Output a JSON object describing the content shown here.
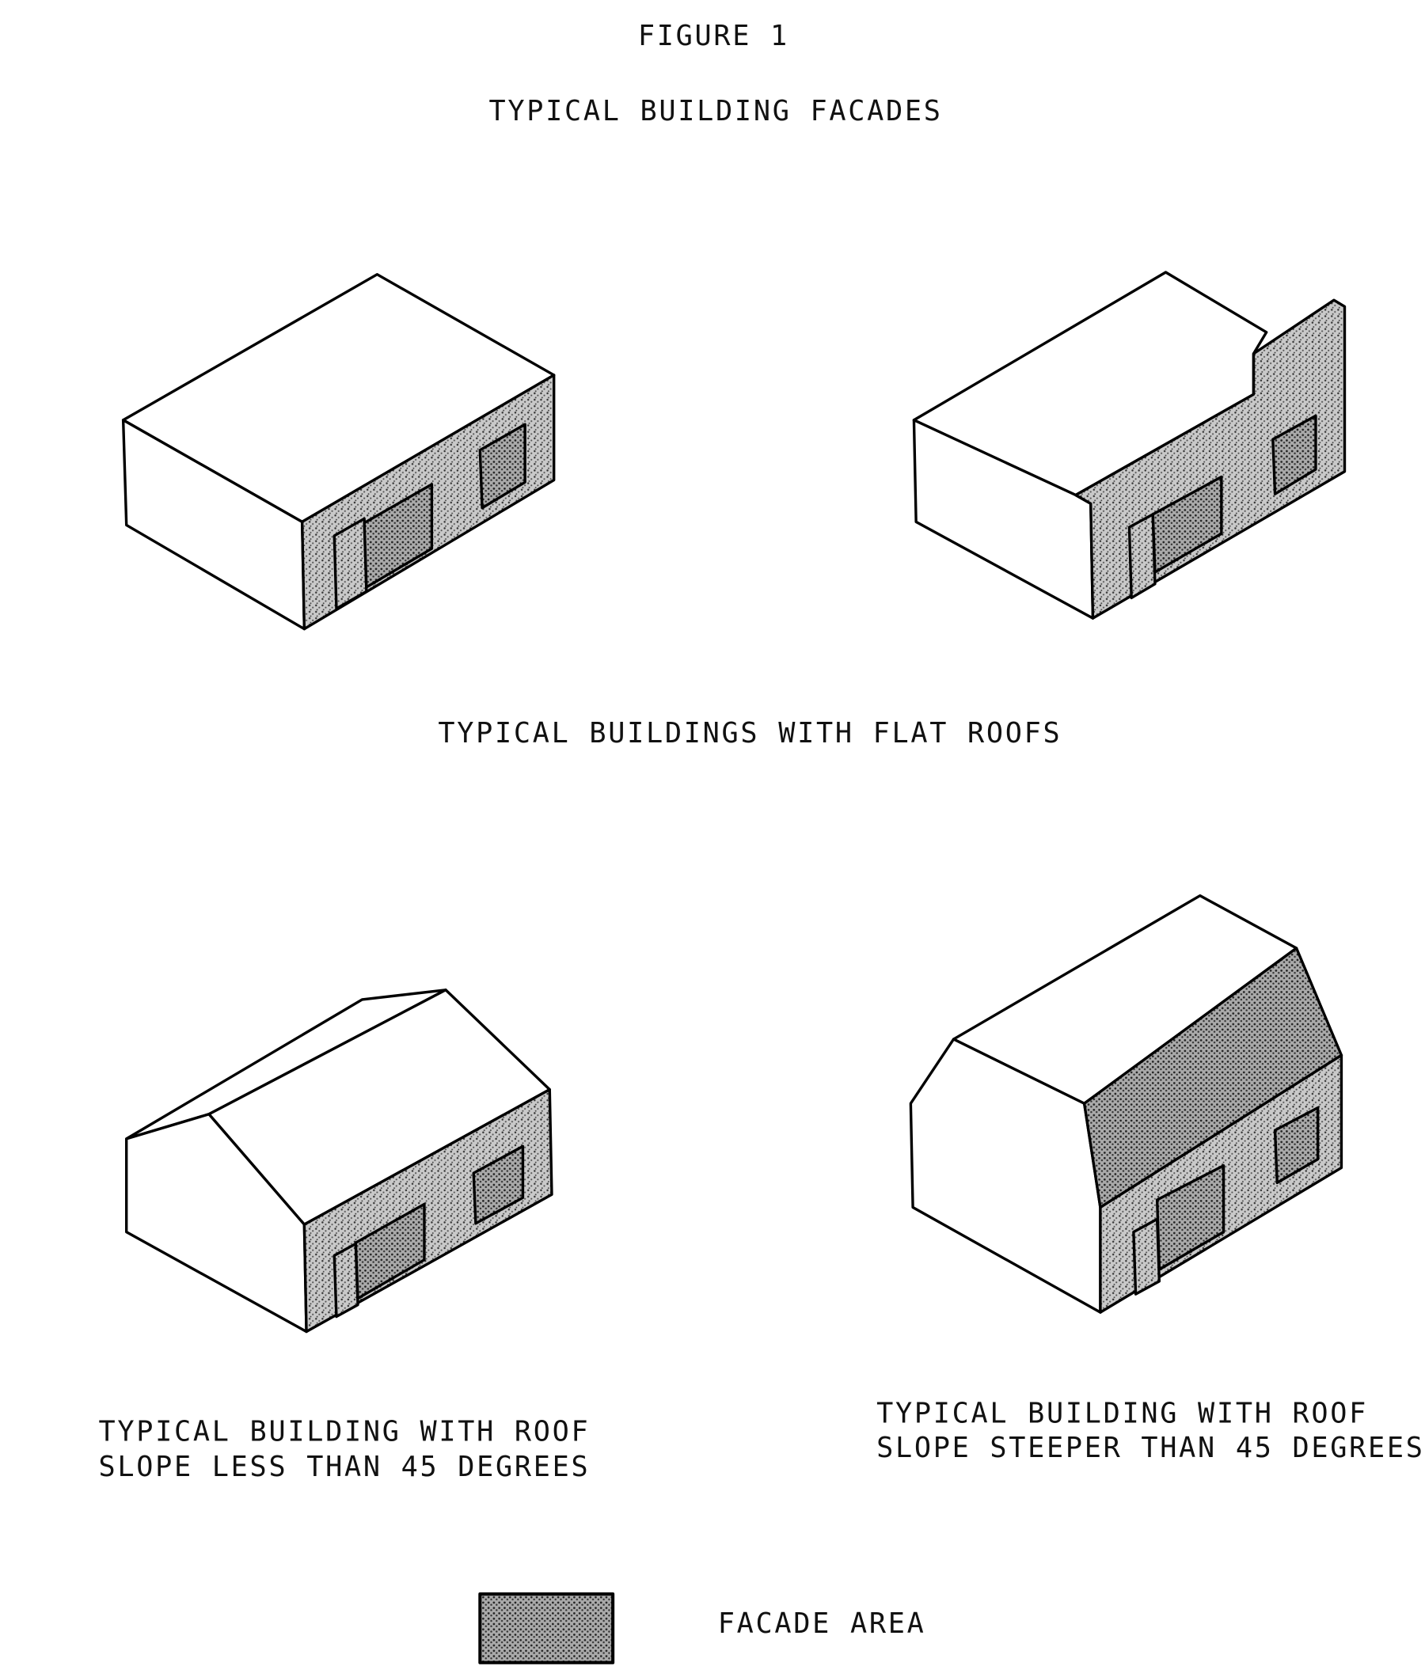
{
  "figure_label": "FIGURE 1",
  "title": "TYPICAL BUILDING FACADES",
  "flat_roofs_caption": "TYPICAL BUILDINGS WITH FLAT ROOFS",
  "low_slope_caption": [
    "TYPICAL BUILDING WITH ROOF",
    "SLOPE LESS THAN 45 DEGREES"
  ],
  "steep_slope_caption": [
    "TYPICAL BUILDING WITH ROOF",
    "SLOPE STEEPER THAN 45 DEGREES"
  ],
  "legend": {
    "label": "FACADE AREA"
  }
}
